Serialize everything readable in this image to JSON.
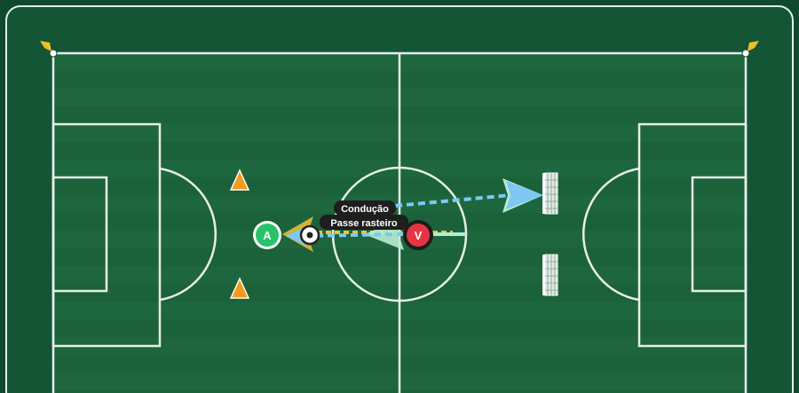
{
  "annotations": {
    "dribble_label": "Condução",
    "pass_label": "Passe rasteiro"
  },
  "players": {
    "attacker_label": "A",
    "defender_label": "V"
  },
  "colors": {
    "pitch_outer": "#135534",
    "stripe_dark": "#1b6139",
    "stripe_light": "#1f6a40",
    "lines": "#e6f0e8",
    "attacker": "#27c26a",
    "defender": "#e53544",
    "cone": "#f39a1c",
    "corner_flag": "#f3c12e",
    "arrow_pass": "#7ec8f6",
    "arrow_dribble": "#b8ecd0",
    "arrow_yellow": "#f2c13b"
  },
  "icons": [
    "cone-icon",
    "mini-goal-icon",
    "ball-icon",
    "corner-flag-icon"
  ]
}
